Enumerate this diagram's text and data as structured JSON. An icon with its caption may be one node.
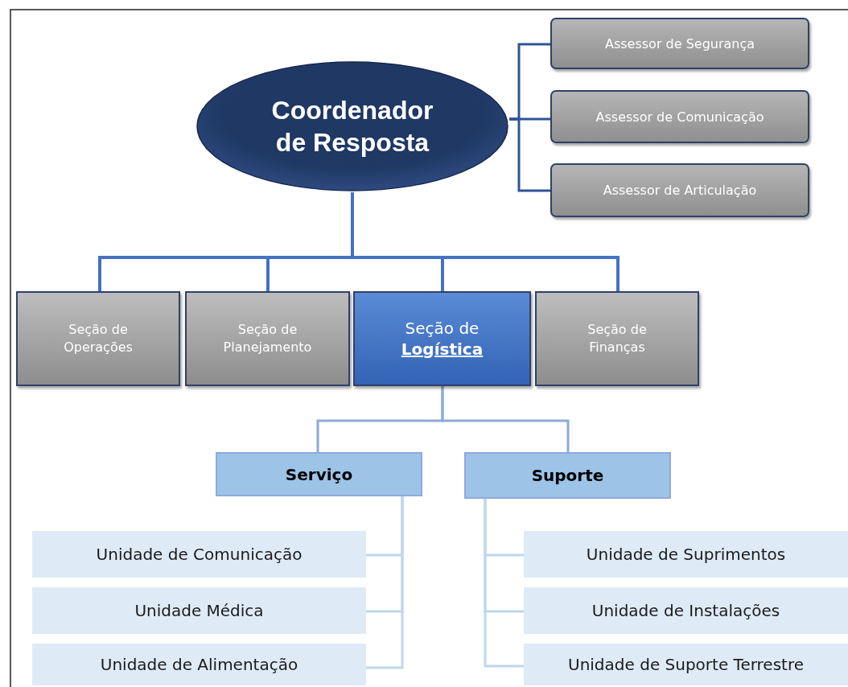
{
  "diagram": {
    "nodes": [
      {
        "text": [
          "Coordenador de Resposta"
        ]
      },
      {
        "text": [
          "Assessor de Segurança"
        ]
      },
      {
        "text": [
          "Assessor de Comunicação"
        ]
      },
      {
        "text": [
          "Assessor de Articulação"
        ]
      },
      {
        "text": [
          "Seção de Operações"
        ]
      },
      {
        "text": [
          "Seção de Planejamento"
        ]
      },
      {
        "text": [
          "Seção de **Logística**"
        ]
      },
      {
        "text": [
          "Seção de Finanças"
        ]
      },
      {
        "text": [
          "Serviço"
        ]
      },
      {
        "text": [
          "Suporte"
        ]
      },
      {
        "text": [
          "Unidade de Comunicação"
        ]
      },
      {
        "text": [
          "Unidade Médica"
        ]
      },
      {
        "text": [
          "Unidade de Alimentação"
        ]
      },
      {
        "text": [
          "Unidade de Suprimentos"
        ]
      },
      {
        "text": [
          "Unidade de Instalações"
        ]
      },
      {
        "text": [
          "Unidade de Suporte Terrestre"
        ]
      }
    ],
    "edges": [
      {
        "from": 0,
        "to": 1,
        "arrow": "none",
        "color": "#2f5597"
      },
      {
        "from": 0,
        "to": 2,
        "arrow": "none",
        "color": "#2f5597"
      },
      {
        "from": 0,
        "to": 3,
        "arrow": "none",
        "color": "#2f5597"
      },
      {
        "from": 0,
        "to": 4,
        "arrow": "none",
        "color": "#4472c4"
      },
      {
        "from": 0,
        "to": 5,
        "arrow": "none",
        "color": "#4472c4"
      },
      {
        "from": 0,
        "to": 6,
        "arrow": "none",
        "color": "#4472c4"
      },
      {
        "from": 0,
        "to": 7,
        "arrow": "none",
        "color": "#4472c4"
      },
      {
        "from": 6,
        "to": 8,
        "arrow": "none",
        "color": "#8eaadb"
      },
      {
        "from": 6,
        "to": 9,
        "arrow": "none",
        "color": "#8eaadb"
      },
      {
        "from": 8,
        "to": 10,
        "arrow": "none"
      },
      {
        "from": 8,
        "to": 11,
        "arrow": "none"
      },
      {
        "from": 8,
        "to": 12,
        "arrow": "none"
      },
      {
        "from": 9,
        "to": 13,
        "arrow": "none"
      },
      {
        "from": 9,
        "to": 14,
        "arrow": "none"
      },
      {
        "from": 9,
        "to": 15,
        "arrow": "none"
      }
    ]
  }
}
